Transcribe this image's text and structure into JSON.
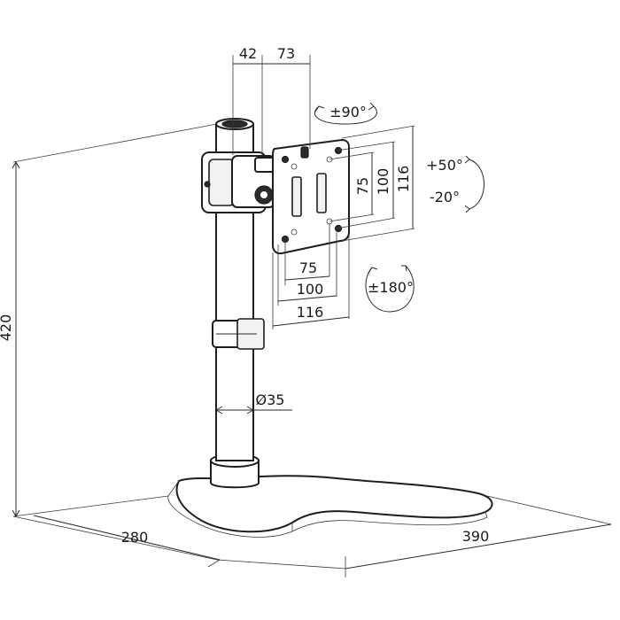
{
  "dimensions": {
    "pole_offset": "42",
    "plate_offset": "73",
    "swivel": "±90°",
    "tilt_up": "+50°",
    "tilt_down": "-20°",
    "v75": "75",
    "v100": "100",
    "v116": "116",
    "h75": "75",
    "h100": "100",
    "h116": "116",
    "rotation": "±180°",
    "pole_diameter": "Ø35",
    "height": "420",
    "depth": "280",
    "width": "390"
  },
  "colors": {
    "line": "#1e1e1e",
    "background": "#ffffff"
  }
}
